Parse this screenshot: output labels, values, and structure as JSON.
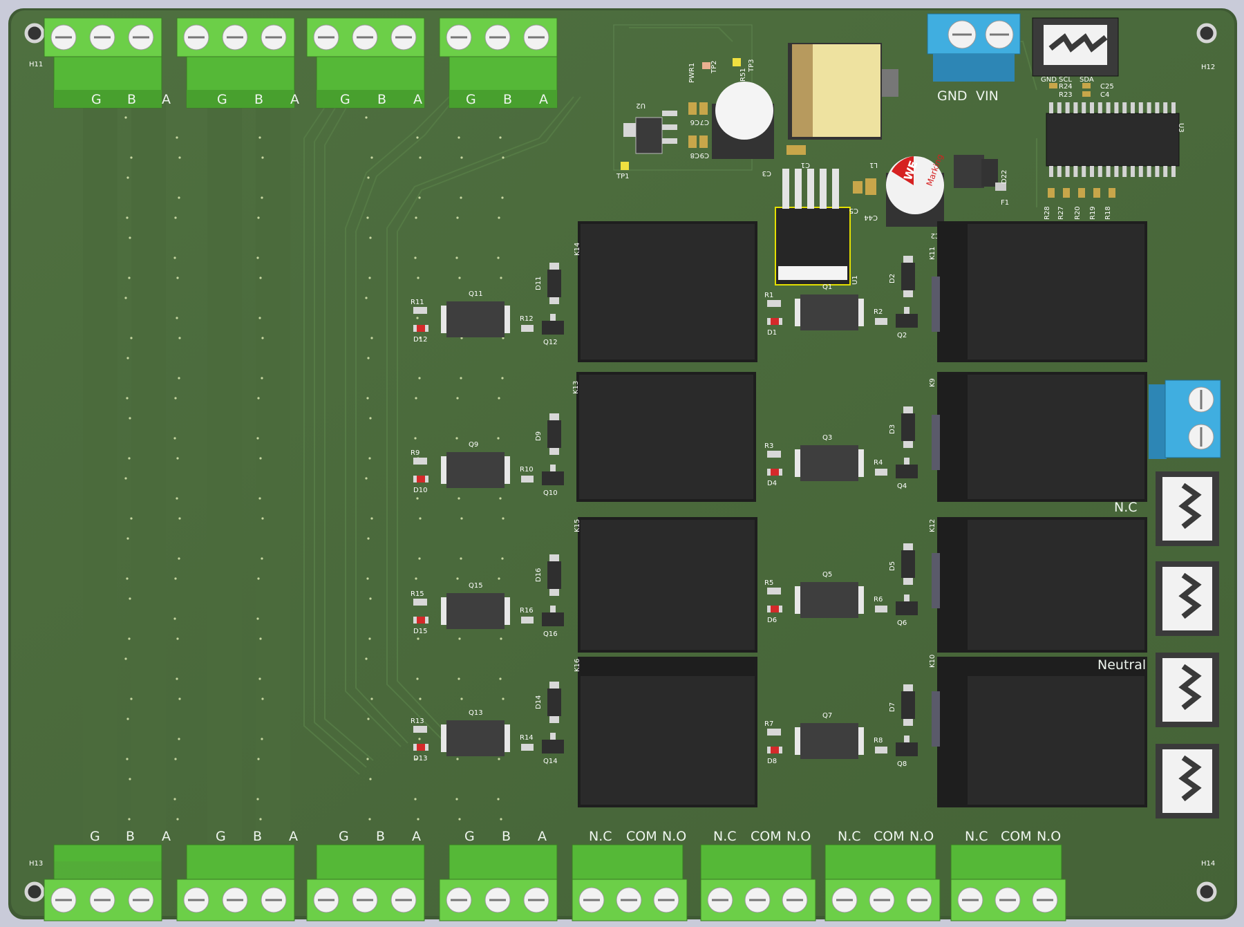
{
  "board": {
    "mounting_holes": [
      "H11",
      "H12",
      "H13",
      "H14"
    ],
    "top_terminal_labels": [
      "G",
      "B",
      "A",
      "G",
      "B",
      "A",
      "G",
      "B",
      "A",
      "G",
      "B",
      "A"
    ],
    "bottom_terminal_labels_gba": [
      "G",
      "B",
      "A",
      "G",
      "B",
      "A",
      "G",
      "B",
      "A",
      "G",
      "B",
      "A"
    ],
    "bottom_terminal_labels_relay": [
      "N.C",
      "COM",
      "N.O",
      "N.C",
      "COM",
      "N.O",
      "N.C",
      "COM",
      "N.O",
      "N.C",
      "COM",
      "N.O"
    ],
    "power_terminal": {
      "gnd": "GND",
      "vin": "VIN"
    },
    "right_labels": [
      "N.C",
      "Neutral"
    ],
    "power_refs": [
      "PWR1",
      "TP2",
      "TP3",
      "R51",
      "U2",
      "TP1",
      "C6",
      "C7",
      "C8",
      "C9",
      "C3",
      "C1",
      "L1",
      "C5",
      "C44",
      "C2",
      "D22",
      "F1",
      "U1"
    ],
    "top_right_refs": [
      "GND",
      "SCL",
      "SDA",
      "R24",
      "R23",
      "C25",
      "C4",
      "U3",
      "R28",
      "R27",
      "R20",
      "R19",
      "R18"
    ],
    "capacitor_marking": {
      "brand": "WE",
      "text": "Marking"
    },
    "relays": [
      "K14",
      "K11",
      "K13",
      "K9",
      "K15",
      "K12",
      "K16",
      "K10"
    ],
    "left_drivers": [
      {
        "q": "Q11",
        "r_top": "R11",
        "led": "D12",
        "r_side": "R12",
        "transistor": "Q12",
        "diode": "D11"
      },
      {
        "q": "Q9",
        "r_top": "R9",
        "led": "D10",
        "r_side": "R10",
        "transistor": "Q10",
        "diode": "D9"
      },
      {
        "q": "Q15",
        "r_top": "R15",
        "led": "D15",
        "r_side": "R16",
        "transistor": "Q16",
        "diode": "D16"
      },
      {
        "q": "Q13",
        "r_top": "R13",
        "led": "D13",
        "r_side": "R14",
        "transistor": "Q14",
        "diode": "D14"
      }
    ],
    "right_drivers": [
      {
        "q": "Q1",
        "r_top": "R1",
        "led": "D1",
        "r_side": "R2",
        "transistor": "Q2",
        "diode": "D2"
      },
      {
        "q": "Q3",
        "r_top": "R3",
        "led": "D4",
        "r_side": "R4",
        "transistor": "Q4",
        "diode": "D3"
      },
      {
        "q": "Q5",
        "r_top": "R5",
        "led": "D6",
        "r_side": "R6",
        "transistor": "Q6",
        "diode": "D5"
      },
      {
        "q": "Q7",
        "r_top": "R7",
        "led": "D8",
        "r_side": "R8",
        "transistor": "Q8",
        "diode": "D7"
      }
    ],
    "colors": {
      "pcb": "#4a6a3c",
      "terminal_green": "#63c943",
      "terminal_blue": "#3fa5d6",
      "relay_body": "#262626",
      "silkscreen": "#ffffff"
    }
  }
}
